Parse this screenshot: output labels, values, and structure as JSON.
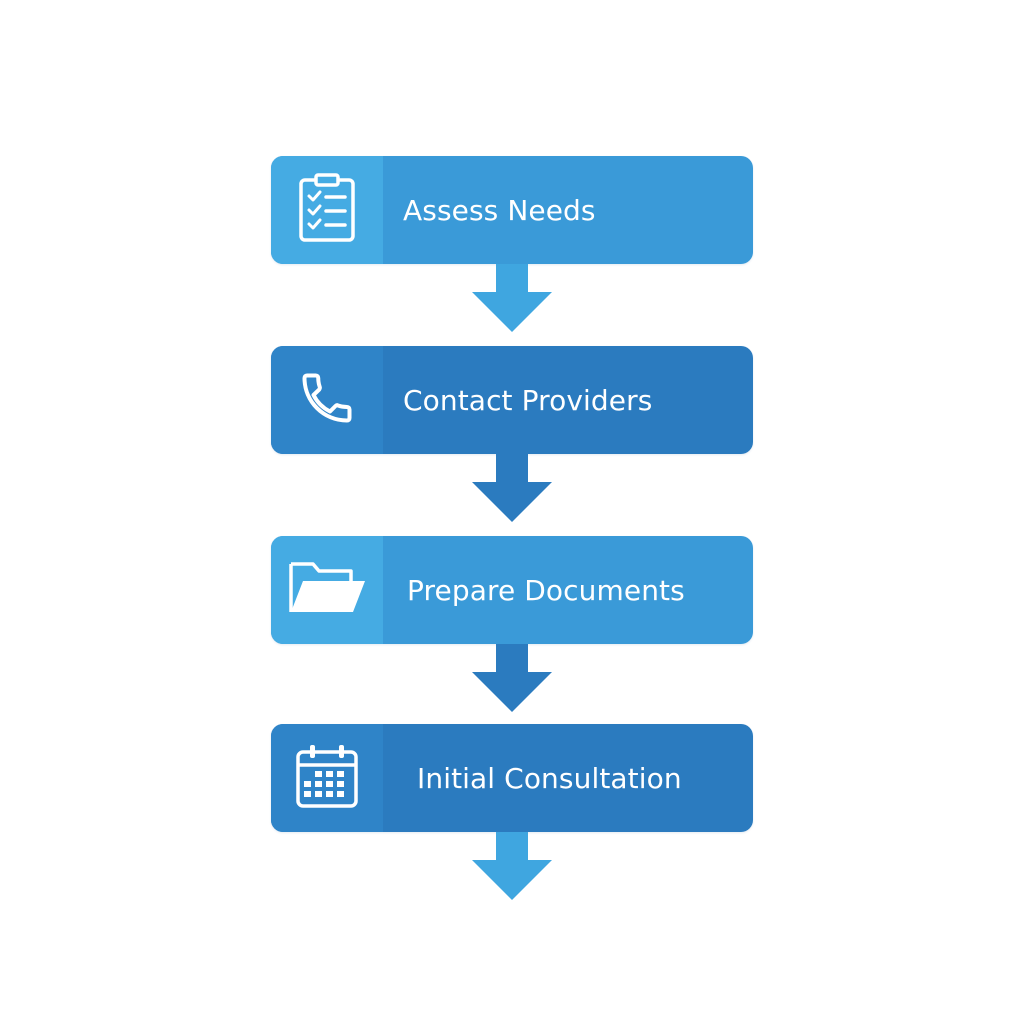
{
  "steps": [
    {
      "label": "Assess Needs",
      "icon": "clipboard-checklist-icon"
    },
    {
      "label": "Contact Providers",
      "icon": "phone-icon"
    },
    {
      "label": "Prepare Documents",
      "icon": "folder-icon"
    },
    {
      "label": "Initial Consultation",
      "icon": "calendar-icon"
    }
  ],
  "colors": {
    "light_box": "#3a9ad8",
    "light_icon_cell": "#45abe3",
    "dark_box": "#2b7bbf",
    "dark_icon_cell": "#2f84c8",
    "arrow_light": "#3fa6e0",
    "arrow_dark": "#2b7bbf",
    "text": "#ffffff"
  }
}
